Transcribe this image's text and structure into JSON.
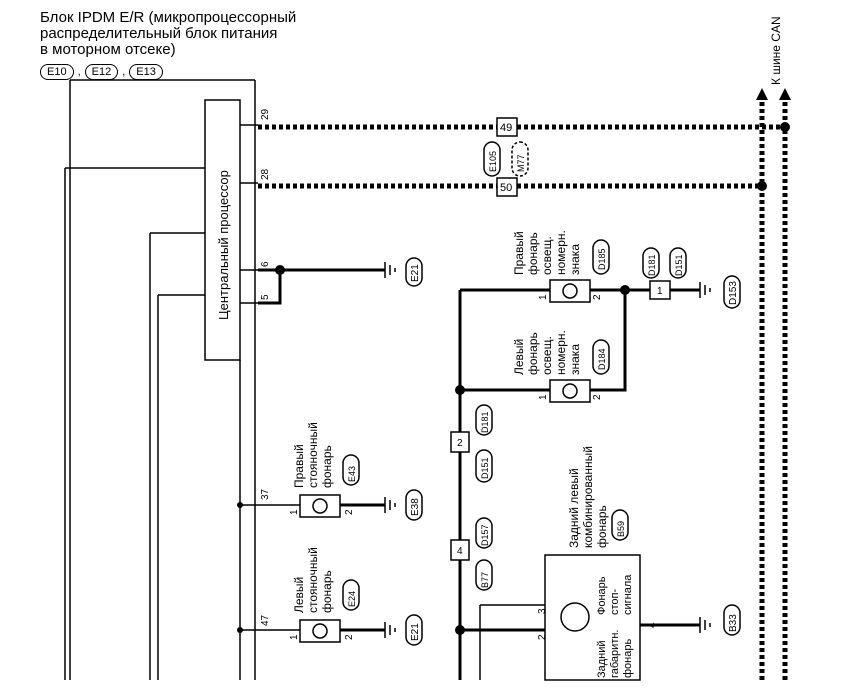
{
  "header": {
    "title_line1": "Блок IPDM E/R (микропроцессорный",
    "title_line2": "распределительный блок питания",
    "title_line3": "в моторном отсеке)",
    "connectors": [
      "E10",
      "E12",
      "E13"
    ]
  },
  "cpu_label": "Центральный процессор",
  "can_label": "К шине CAN",
  "pins": {
    "p29": "29",
    "p28": "28",
    "p6": "6",
    "p5": "5",
    "p37": "37",
    "p47": "47"
  },
  "splice": {
    "s49": "49",
    "s50": "50",
    "e105": "E105",
    "m77": "M77"
  },
  "grounds": {
    "g_e21_top": "E21",
    "g_e21_bot": "E21",
    "g_e38": "E38",
    "g_d153": "D153",
    "g_b33": "B33"
  },
  "right_plate_lamp": {
    "line1": "Правый",
    "line2": "фонарь",
    "line3": "освещ.",
    "line4": "номерн.",
    "line5": "знака",
    "conn": "D185",
    "pin1": "1",
    "pin2": "2"
  },
  "left_plate_lamp": {
    "line1": "Левый",
    "line2": "фонарь",
    "line3": "освещ.",
    "line4": "номерн.",
    "line5": "знака",
    "conn": "D184",
    "pin1": "1",
    "pin2": "2"
  },
  "right_parking": {
    "line1": "Правый",
    "line2": "стояночный",
    "line3": "фонарь",
    "conn": "E43",
    "pin1": "1",
    "pin2": "2"
  },
  "left_parking": {
    "line1": "Левый",
    "line2": "стояночный",
    "line3": "фонарь",
    "conn": "E24",
    "pin1": "1",
    "pin2": "2"
  },
  "inline_d181_top": {
    "pin": "1",
    "c1": "D181",
    "c2": "D151"
  },
  "inline_d181_mid": {
    "pin": "2",
    "c1": "D181",
    "c2": "D151"
  },
  "inline_d157": {
    "pin": "4",
    "c1": "D157",
    "c2": "B77"
  },
  "rear_combo": {
    "line1": "Задний левый",
    "line2": "комбинированный",
    "line3": "фонарь",
    "conn": "B59",
    "stop_line1": "Фонарь",
    "stop_line2": "стоп-",
    "stop_line3": "сигнала",
    "tail_line1": "Задний",
    "tail_line2": "габаритн.",
    "tail_line3": "фонарь",
    "pin2": "2",
    "pin3": "3",
    "pin4": "4"
  }
}
